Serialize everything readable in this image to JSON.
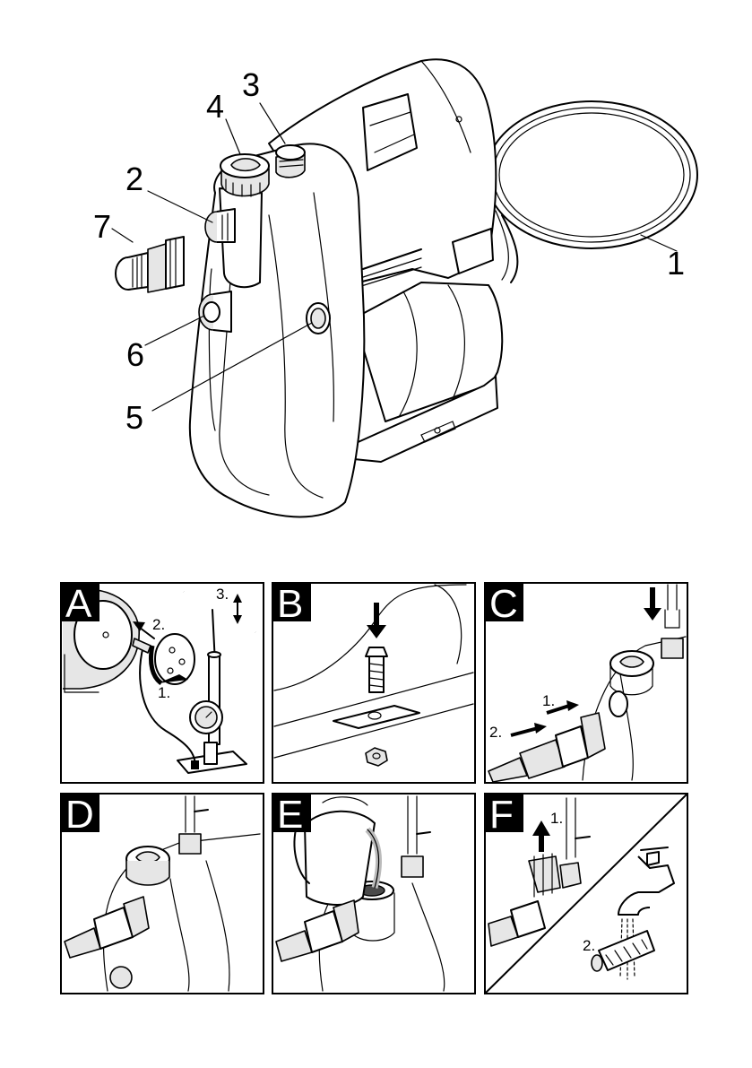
{
  "callouts": {
    "c1": "1",
    "c2": "2",
    "c3": "3",
    "c4": "4",
    "c5": "5",
    "c6": "6",
    "c7": "7"
  },
  "panels": [
    {
      "letter": "A",
      "steps": [
        "1.",
        "2.",
        "3."
      ]
    },
    {
      "letter": "B",
      "steps": []
    },
    {
      "letter": "C",
      "steps": [
        "1.",
        "2."
      ]
    },
    {
      "letter": "D",
      "steps": []
    },
    {
      "letter": "E",
      "steps": []
    },
    {
      "letter": "F",
      "steps": [
        "1.",
        "2."
      ]
    }
  ]
}
